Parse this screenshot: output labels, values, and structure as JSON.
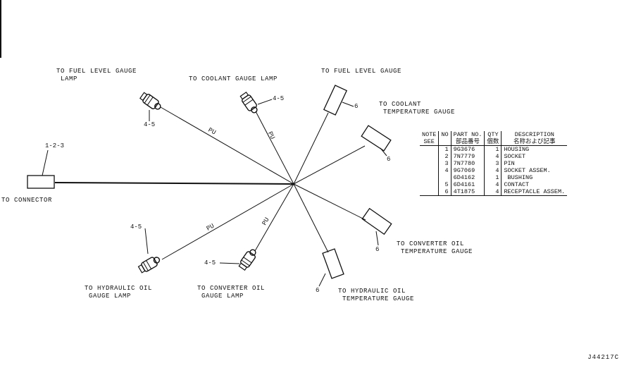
{
  "labels": {
    "fuel_gauge_lamp": "TO FUEL LEVEL GAUGE\n LAMP",
    "coolant_gauge_lamp": "TO COOLANT GAUGE LAMP",
    "fuel_level_gauge": "TO FUEL LEVEL GAUGE",
    "coolant_temp_gauge": "TO COOLANT\n TEMPERATURE GAUGE",
    "connector": "TO CONNECTOR",
    "converter_oil_temp_gauge": "TO CONVERTER OIL\n TEMPERATURE GAUGE",
    "hydraulic_oil_gauge_lamp": "TO HYDRAULIC OIL\n GAUGE LAMP",
    "converter_oil_gauge_lamp": "TO CONVERTER OIL\n GAUGE LAMP",
    "hydraulic_oil_temp_gauge": "TO HYDRAULIC OIL\n TEMPERATURE GAUGE"
  },
  "wire_codes": {
    "fuel_lamp": "PU",
    "coolant_lamp": "PU",
    "hydraulic_lamp": "PU",
    "converter_lamp": "PU"
  },
  "refs": {
    "connector": "1-2-3",
    "fuel_lamp": "4-5",
    "coolant_lamp": "4-5",
    "hydraulic_lamp": "4-5",
    "converter_lamp": "4-5",
    "fuel_gauge": "6",
    "coolant_gauge": "6",
    "converter_gauge": "6",
    "hydraulic_gauge": "6"
  },
  "table": {
    "headers": {
      "note": "NOTE\nSEE",
      "no": "NO",
      "part_no": "PART NO.\n部品番号",
      "qty": "QTY\n個数",
      "description": "DESCRIPTION\n名称および記事"
    },
    "rows": [
      {
        "no": "1",
        "part_no": "9G3676",
        "qty": "1",
        "description": "HOUSING"
      },
      {
        "no": "2",
        "part_no": "7N7779",
        "qty": "4",
        "description": "SOCKET"
      },
      {
        "no": "3",
        "part_no": "7N7780",
        "qty": "3",
        "description": "PIN"
      },
      {
        "no": "4",
        "part_no": "9G7069",
        "qty": "4",
        "description": "SOCKET ASSEM."
      },
      {
        "no": "",
        "part_no": "6D4162",
        "qty": "1",
        "description": " BUSHING"
      },
      {
        "no": "5",
        "part_no": "6D4161",
        "qty": "4",
        "description": "CONTACT"
      },
      {
        "no": "6",
        "part_no": "4T1875",
        "qty": "4",
        "description": "RECEPTACLE ASSEM."
      }
    ]
  },
  "catalog_id": "J44217C"
}
